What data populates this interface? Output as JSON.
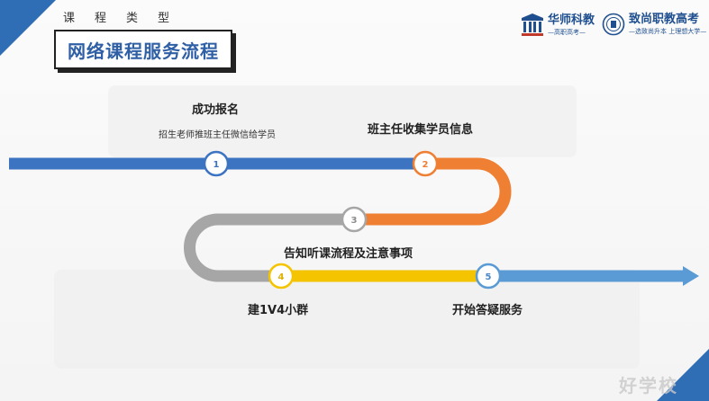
{
  "header": {
    "subtitle": "课程类型",
    "title": "网络课程服务流程"
  },
  "logos": [
    {
      "main": "华师科教",
      "sub": "—高职高考—"
    },
    {
      "main": "致尚职教高考",
      "sub": "—选致尚升本 上理想大学—"
    }
  ],
  "steps": [
    {
      "number": "1",
      "title": "成功报名",
      "description": "招生老师推班主任微信给学员"
    },
    {
      "number": "2",
      "title": "班主任收集学员信息"
    },
    {
      "number": "3",
      "title": "告知听课流程及注意事项"
    },
    {
      "number": "4",
      "title": "建1V4小群"
    },
    {
      "number": "5",
      "title": "开始答疑服务"
    }
  ],
  "colors": {
    "blue": "#3d74c2",
    "orange": "#ee7f33",
    "gray": "#a6a6a6",
    "yellow": "#f5c400",
    "light_blue": "#5b9bd5"
  },
  "watermark": "好学校"
}
